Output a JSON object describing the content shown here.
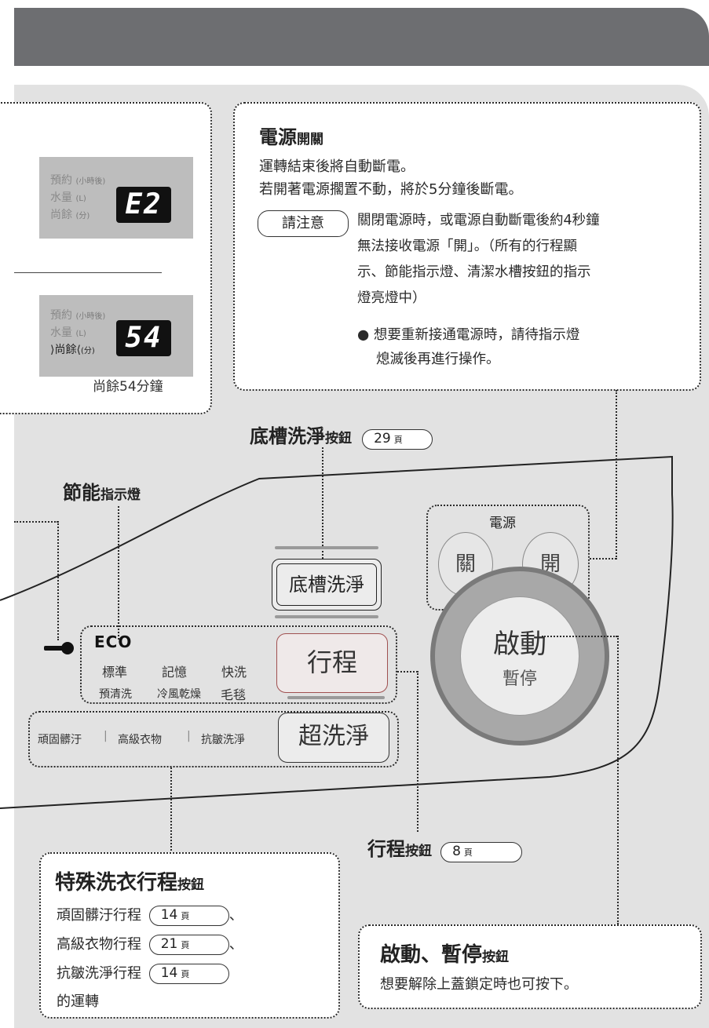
{
  "header": {
    "title": ""
  },
  "display": {
    "label_reserve": "預約",
    "unit_reserve": "(小時後)",
    "label_water": "水量",
    "unit_water": "(L)",
    "label_remain": "尚餘",
    "unit_remain": "(分)",
    "code_error": "E2",
    "code_remain": "54",
    "caption_remain": "尚餘54分鐘"
  },
  "power": {
    "title_big": "電源",
    "title_small": "開關",
    "line1": "運轉結束後將自動斷電。",
    "line2": "若開著電源擱置不動，將於5分鐘後斷電。",
    "notice_label": "請注意",
    "notice_line1": "關閉電源時，或電源自動斷電後約4秒鐘",
    "notice_line2": "無法接收電源「開」。（所有的行程顯",
    "notice_line3": "示、節能指示燈、清潔水槽按鈕的指示",
    "notice_line4": "燈亮燈中）",
    "bullet_line1": "● 想要重新接通電源時，請待指示燈",
    "bullet_line2": "熄滅後再進行操作。",
    "group_label": "電源",
    "off_label": "關",
    "on_label": "開"
  },
  "tub_clean": {
    "title_big": "底槽洗淨",
    "title_small": "按鈕",
    "page_ref": "29",
    "page_unit": "頁",
    "button_label": "底槽洗淨"
  },
  "eco": {
    "title_big": "節能",
    "title_small": "指示燈",
    "logo": "ECO"
  },
  "course": {
    "modes_row1": [
      "標準",
      "記憶",
      "快洗"
    ],
    "modes_row2": [
      "預清洗",
      "冷風乾燥",
      "毛毯"
    ],
    "button_label": "行程",
    "title_big": "行程",
    "title_small": "按鈕",
    "page_ref": "8",
    "page_unit": "頁"
  },
  "super_wash": {
    "modes": [
      "頑固髒汙",
      "高級衣物",
      "抗皺洗淨"
    ],
    "separator": "|",
    "button_label": "超洗淨"
  },
  "start": {
    "label_main": "啟動",
    "label_sub": "暫停",
    "title_big": "啟動、暫停",
    "title_small": "按鈕",
    "desc": "想要解除上蓋鎖定時也可按下。"
  },
  "special": {
    "title_big": "特殊洗衣行程",
    "title_small": "按鈕",
    "item1": "頑固髒汙行程",
    "item1_page": "14",
    "item2": "高級衣物行程",
    "item2_page": "21",
    "item3": "抗皺洗淨行程",
    "item3_page": "14",
    "page_unit": "頁",
    "comma": "、",
    "footer": "的運轉"
  },
  "colors": {
    "header": "#6d6e71",
    "panel": "#e2e2e2",
    "lcd": "#bdbdbd",
    "ring": "#8a8a8a"
  },
  "icons": {
    "lock": "key-icon"
  }
}
